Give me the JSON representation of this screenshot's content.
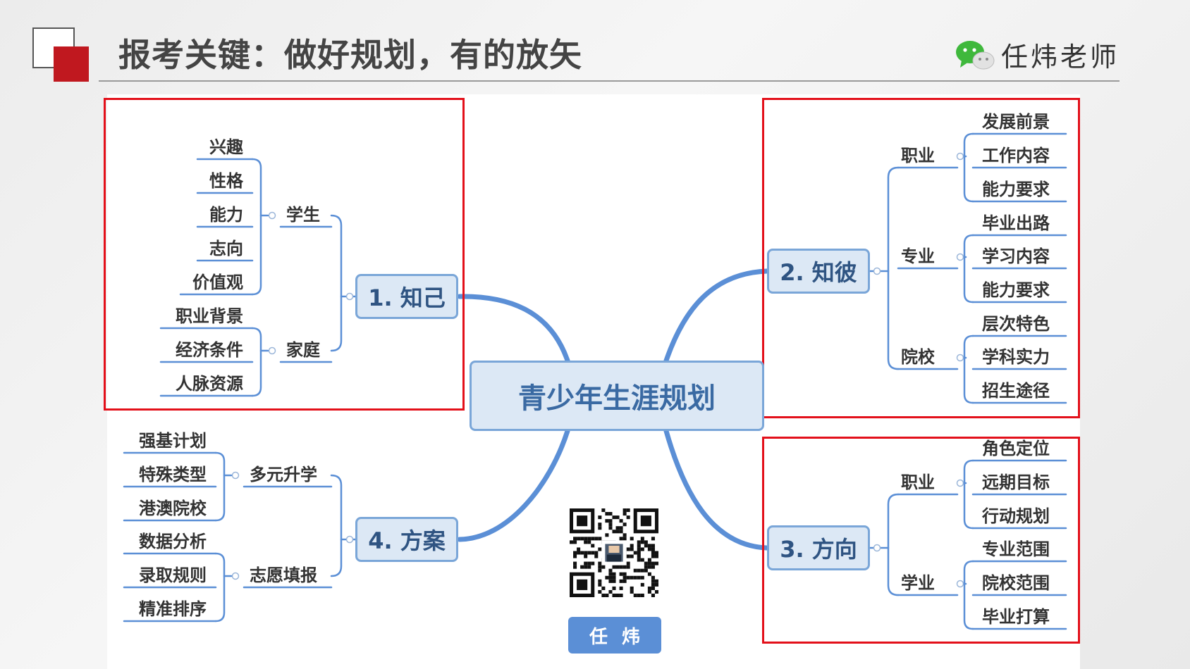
{
  "header": {
    "title": "报考关键：做好规划，有的放矢",
    "author": "任炜老师"
  },
  "center": "青少年生涯规划",
  "branches": {
    "b1": {
      "label": "1. 知己",
      "groups": [
        {
          "label": "学生",
          "leaves": [
            "兴趣",
            "性格",
            "能力",
            "志向",
            "价值观"
          ]
        },
        {
          "label": "家庭",
          "leaves": [
            "职业背景",
            "经济条件",
            "人脉资源"
          ]
        }
      ]
    },
    "b2": {
      "label": "2. 知彼",
      "groups": [
        {
          "label": "职业",
          "leaves": [
            "发展前景",
            "工作内容",
            "能力要求"
          ]
        },
        {
          "label": "专业",
          "leaves": [
            "毕业出路",
            "学习内容",
            "能力要求"
          ]
        },
        {
          "label": "院校",
          "leaves": [
            "层次特色",
            "学科实力",
            "招生途径"
          ]
        }
      ]
    },
    "b3": {
      "label": "3. 方向",
      "groups": [
        {
          "label": "职业",
          "leaves": [
            "角色定位",
            "远期目标",
            "行动规划"
          ]
        },
        {
          "label": "学业",
          "leaves": [
            "专业范围",
            "院校范围",
            "毕业打算"
          ]
        }
      ]
    },
    "b4": {
      "label": "4. 方案",
      "groups": [
        {
          "label": "多元升学",
          "leaves": [
            "强基计划",
            "特殊类型",
            "港澳院校"
          ]
        },
        {
          "label": "志愿填报",
          "leaves": [
            "数据分析",
            "录取规则",
            "精准排序"
          ]
        }
      ]
    }
  },
  "qr_badge": "任炜",
  "colors": {
    "accent_red": "#e3101a",
    "branch_blue": "#5b8fd6",
    "hub_fill": "#dce8f5",
    "title_mark": "#c0181f"
  }
}
